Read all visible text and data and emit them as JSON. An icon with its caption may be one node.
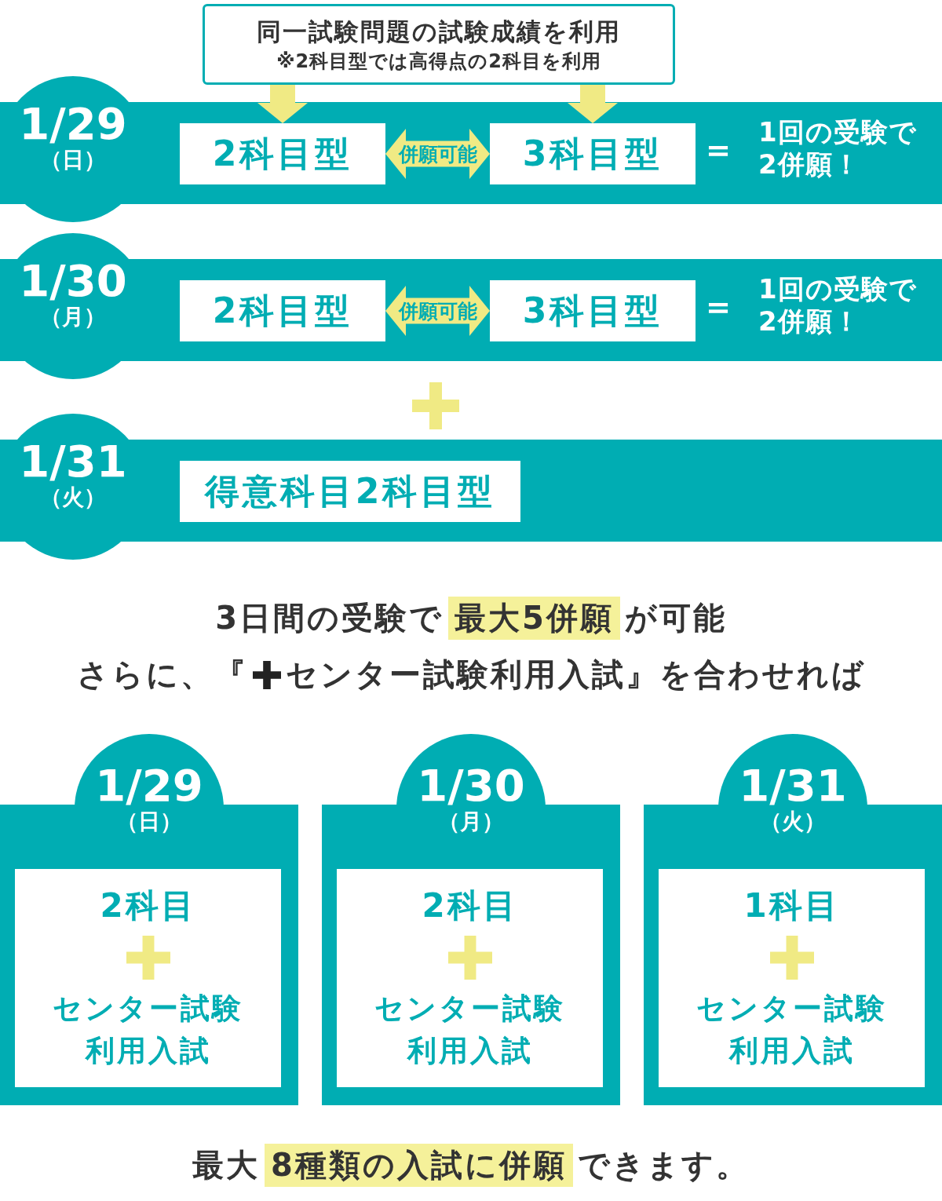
{
  "diagram": {
    "nodes": [
      {
        "text": [
          "同一試験問題の試験成績を利用",
          "※2科目型では高得点の2科目を利用"
        ]
      },
      {
        "text": [
          "1/29",
          "（日）"
        ]
      },
      {
        "text": [
          "2科目型"
        ],
        "in": 1
      },
      {
        "text": [
          "3科目型"
        ],
        "in": 1
      },
      {
        "text": [
          "1/30",
          "（月）"
        ]
      },
      {
        "text": [
          "2科目型"
        ],
        "in": 4
      },
      {
        "text": [
          "3科目型"
        ],
        "in": 4
      },
      {
        "text": [
          "1/31",
          "（火）"
        ]
      },
      {
        "text": [
          "得意科目2科目型"
        ],
        "in": 7
      },
      {
        "text": [
          "1/29",
          "（日）"
        ]
      },
      {
        "text": [
          "2科目",
          "センター試験利用入試"
        ],
        "in": 9
      },
      {
        "text": [
          "1/30",
          "（月）"
        ]
      },
      {
        "text": [
          "2科目",
          "センター試験利用入試"
        ],
        "in": 11
      },
      {
        "text": [
          "1/31",
          "（火）"
        ]
      },
      {
        "text": [
          "1科目",
          "センター試験利用入試"
        ],
        "in": 13
      }
    ],
    "edges": [
      {
        "from": 0,
        "to": 2,
        "arrow": "to"
      },
      {
        "from": 0,
        "to": 3,
        "arrow": "to"
      },
      {
        "from": 2,
        "to": 3,
        "arrow": "both",
        "label": "併願可能"
      },
      {
        "from": 5,
        "to": 6,
        "arrow": "both",
        "label": "併願可能"
      }
    ],
    "labels": [
      "＝",
      "1回の受験で2併願！",
      "＝",
      "1回の受験で2併願！",
      "3日間の受験で",
      "最大5併願",
      "が可能",
      "さらに、『",
      "センター試験利用入試』を合わせれば",
      "最大",
      "8種類の入試に併願",
      "できます。"
    ]
  }
}
